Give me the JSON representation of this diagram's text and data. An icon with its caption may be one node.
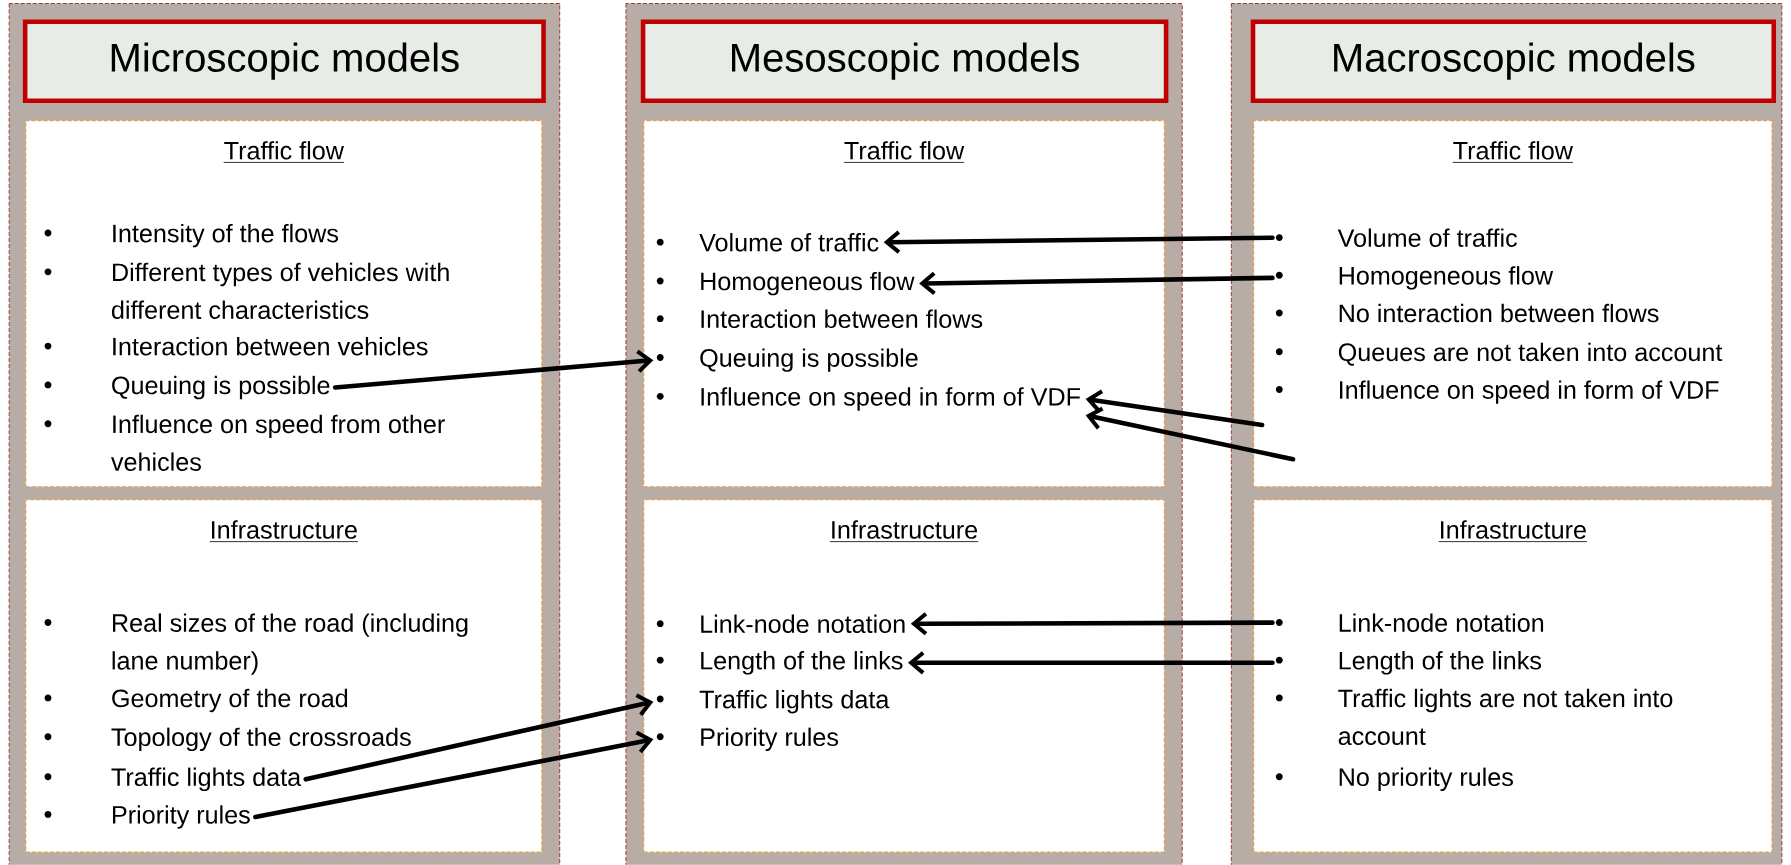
{
  "diagram": {
    "nodes": [
      {
        "text": [
          "Microscopic models"
        ]
      },
      {
        "text": [
          "Traffic flow"
        ]
      },
      {
        "text": [
          "Intensity of  the flows"
        ],
        "in": 1
      },
      {
        "text": [
          "Different types of vehicles with different characteristics"
        ],
        "in": 1
      },
      {
        "text": [
          "Interaction between vehicles"
        ],
        "in": 1
      },
      {
        "text": [
          "Queuing is possible"
        ],
        "in": 1
      },
      {
        "text": [
          "Influence on speed from other vehicles"
        ],
        "in": 1
      },
      {
        "text": [
          "Infrastructure"
        ]
      },
      {
        "text": [
          "Real sizes of the road (including lane number)"
        ],
        "in": 7
      },
      {
        "text": [
          "Geometry of the road"
        ],
        "in": 7
      },
      {
        "text": [
          "Topology of the crossroads"
        ],
        "in": 7
      },
      {
        "text": [
          "Traffic lights data"
        ],
        "in": 7
      },
      {
        "text": [
          "Priority rules"
        ],
        "in": 7
      },
      {
        "text": [
          "Mesoscopic models"
        ]
      },
      {
        "text": [
          "Traffic flow"
        ]
      },
      {
        "text": [
          "Volume of traffic"
        ],
        "in": 14
      },
      {
        "text": [
          "Homogeneous flow"
        ],
        "in": 14
      },
      {
        "text": [
          "Interaction between flows"
        ],
        "in": 14
      },
      {
        "text": [
          "Queuing is possible"
        ],
        "in": 14
      },
      {
        "text": [
          "Influence on speed in form of VDF"
        ],
        "in": 14
      },
      {
        "text": [
          "Infrastructure"
        ]
      },
      {
        "text": [
          "Link-node notation"
        ],
        "in": 20
      },
      {
        "text": [
          "Length of the links"
        ],
        "in": 20
      },
      {
        "text": [
          "Traffic lights data"
        ],
        "in": 20
      },
      {
        "text": [
          "Priority rules"
        ],
        "in": 20
      },
      {
        "text": [
          "Macroscopic models"
        ]
      },
      {
        "text": [
          "Traffic flow"
        ]
      },
      {
        "text": [
          "Volume of traffic"
        ],
        "in": 26
      },
      {
        "text": [
          "Homogeneous flow"
        ],
        "in": 26
      },
      {
        "text": [
          "No interaction between flows"
        ],
        "in": 26
      },
      {
        "text": [
          "Queues are not taken into account"
        ],
        "in": 26
      },
      {
        "text": [
          "Influence on speed in form of VDF"
        ],
        "in": 26
      },
      {
        "text": [
          "Infrastructure"
        ]
      },
      {
        "text": [
          "Link-node notation"
        ],
        "in": 32
      },
      {
        "text": [
          "Length of the links"
        ],
        "in": 32
      },
      {
        "text": [
          "Traffic lights are not taken into account"
        ],
        "in": 32
      },
      {
        "text": [
          "No priority rules"
        ],
        "in": 32
      }
    ],
    "edges": [
      {
        "from": 5,
        "to": 18,
        "arrow": "to"
      },
      {
        "from": 27,
        "to": 15,
        "arrow": "to"
      },
      {
        "from": 28,
        "to": 16,
        "arrow": "to"
      },
      {
        "from": 26,
        "to": 19,
        "arrow": "to"
      },
      {
        "from": 26,
        "to": 19,
        "arrow": "to"
      },
      {
        "from": 11,
        "to": 23,
        "arrow": "to"
      },
      {
        "from": 12,
        "to": 24,
        "arrow": "to"
      },
      {
        "from": 33,
        "to": 21,
        "arrow": "to"
      },
      {
        "from": 34,
        "to": 22,
        "arrow": "to"
      }
    ]
  }
}
